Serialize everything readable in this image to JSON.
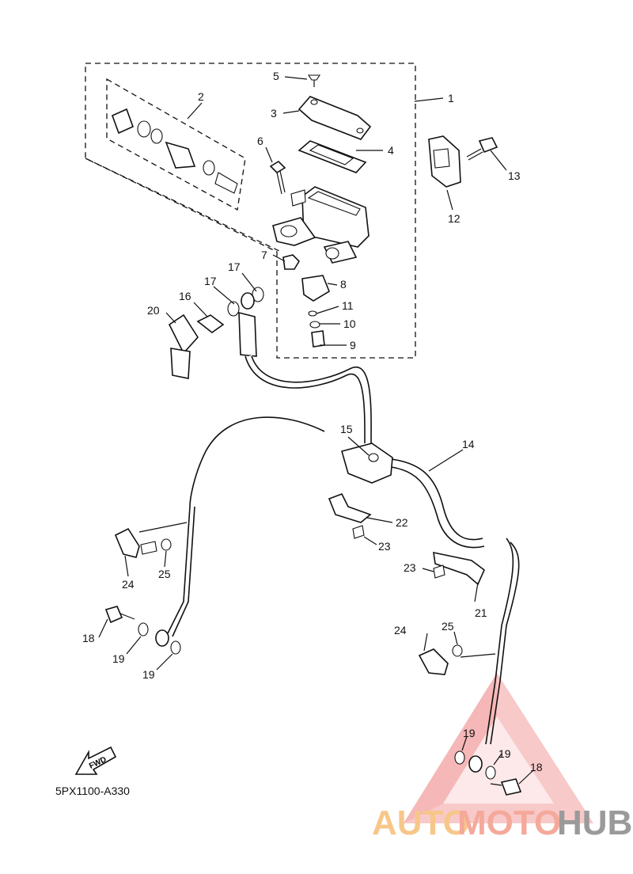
{
  "diagram_code": "5PX1100-A330",
  "fwd_label": "FWD",
  "watermark": {
    "auto": "AUTO",
    "moto": "MOTO",
    "hub": "HUB",
    "colors": {
      "triangle": "#f08a8a",
      "auto": "#f7c78a",
      "moto": "#f4a99a",
      "hub": "#9a9a9a"
    }
  },
  "callouts": {
    "c1": "1",
    "c2": "2",
    "c3": "3",
    "c4": "4",
    "c5": "5",
    "c6": "6",
    "c7": "7",
    "c8": "8",
    "c9": "9",
    "c10": "10",
    "c11": "11",
    "c12": "12",
    "c13": "13",
    "c14": "14",
    "c15": "15",
    "c16": "16",
    "c17a": "17",
    "c17b": "17",
    "c18a": "18",
    "c18b": "18",
    "c19a": "19",
    "c19b": "19",
    "c19c": "19",
    "c19d": "19",
    "c20": "20",
    "c21": "21",
    "c22": "22",
    "c23a": "23",
    "c23b": "23",
    "c24a": "24",
    "c24b": "24",
    "c25a": "25",
    "c25b": "25"
  }
}
